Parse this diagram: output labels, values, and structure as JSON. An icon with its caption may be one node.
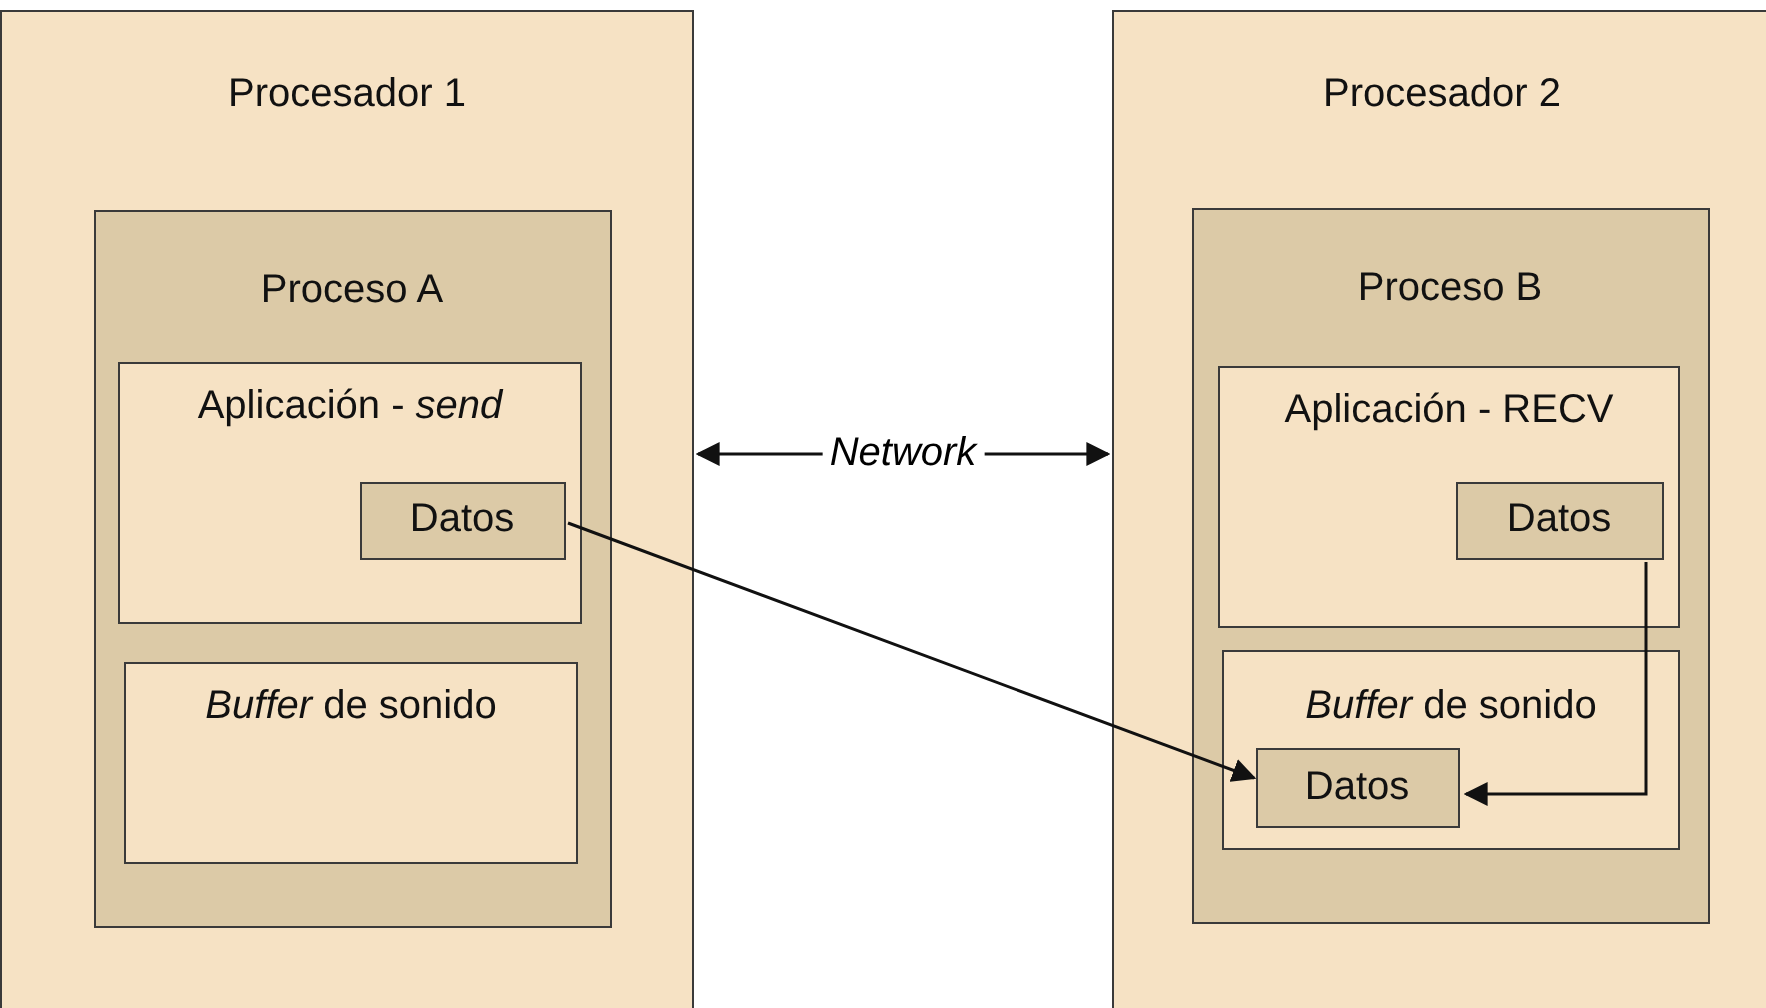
{
  "diagram": {
    "nodes": [
      {
        "text": [
          "Procesador 1"
        ]
      },
      {
        "text": [
          "Proceso A"
        ],
        "in": 0
      },
      {
        "text": [
          "Aplicación - *send*"
        ],
        "in": 1
      },
      {
        "text": [
          "Datos"
        ],
        "in": 2
      },
      {
        "text": [
          "*Buffer* de sonido"
        ],
        "in": 1
      },
      {
        "text": [
          "Procesador 2"
        ]
      },
      {
        "text": [
          "Proceso B"
        ],
        "in": 5
      },
      {
        "text": [
          "Aplicación - RECV"
        ],
        "in": 6
      },
      {
        "text": [
          "Datos"
        ],
        "in": 7
      },
      {
        "text": [
          "*Buffer* de sonido"
        ],
        "in": 6
      },
      {
        "text": [
          "Datos"
        ],
        "in": 9
      }
    ],
    "edges": [
      {
        "from": 0,
        "to": 5,
        "arrow": "both",
        "label": "Network"
      },
      {
        "from": 3,
        "to": 10,
        "arrow": "to"
      },
      {
        "from": 8,
        "to": 10,
        "arrow": "to"
      }
    ]
  }
}
